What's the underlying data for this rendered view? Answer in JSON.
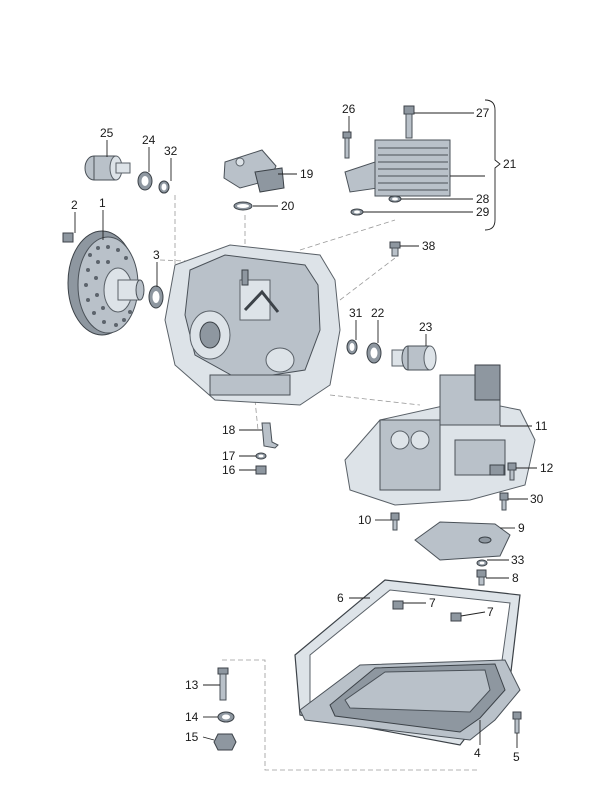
{
  "diagram": {
    "labels": {
      "p1": "1",
      "p2": "2",
      "p3": "3",
      "p4": "4",
      "p5": "5",
      "p6": "6",
      "p7a": "7",
      "p7b": "7",
      "p8": "8",
      "p9": "9",
      "p10": "10",
      "p11": "11",
      "p12": "12",
      "p13": "13",
      "p14": "14",
      "p15": "15",
      "p16": "16",
      "p17": "17",
      "p18": "18",
      "p19": "19",
      "p20": "20",
      "p21": "21",
      "p22": "22",
      "p23": "23",
      "p24": "24",
      "p25": "25",
      "p26": "26",
      "p27": "27",
      "p28": "28",
      "p29": "29",
      "p30": "30",
      "p31": "31",
      "p32": "32",
      "p33": "33",
      "p38": "38"
    },
    "colors": {
      "part_fill": "#b9c1c9",
      "part_dark": "#8e97a0",
      "outline": "#3c4248",
      "leader": "#222222",
      "ghost_line": "#9a9a9a"
    }
  }
}
